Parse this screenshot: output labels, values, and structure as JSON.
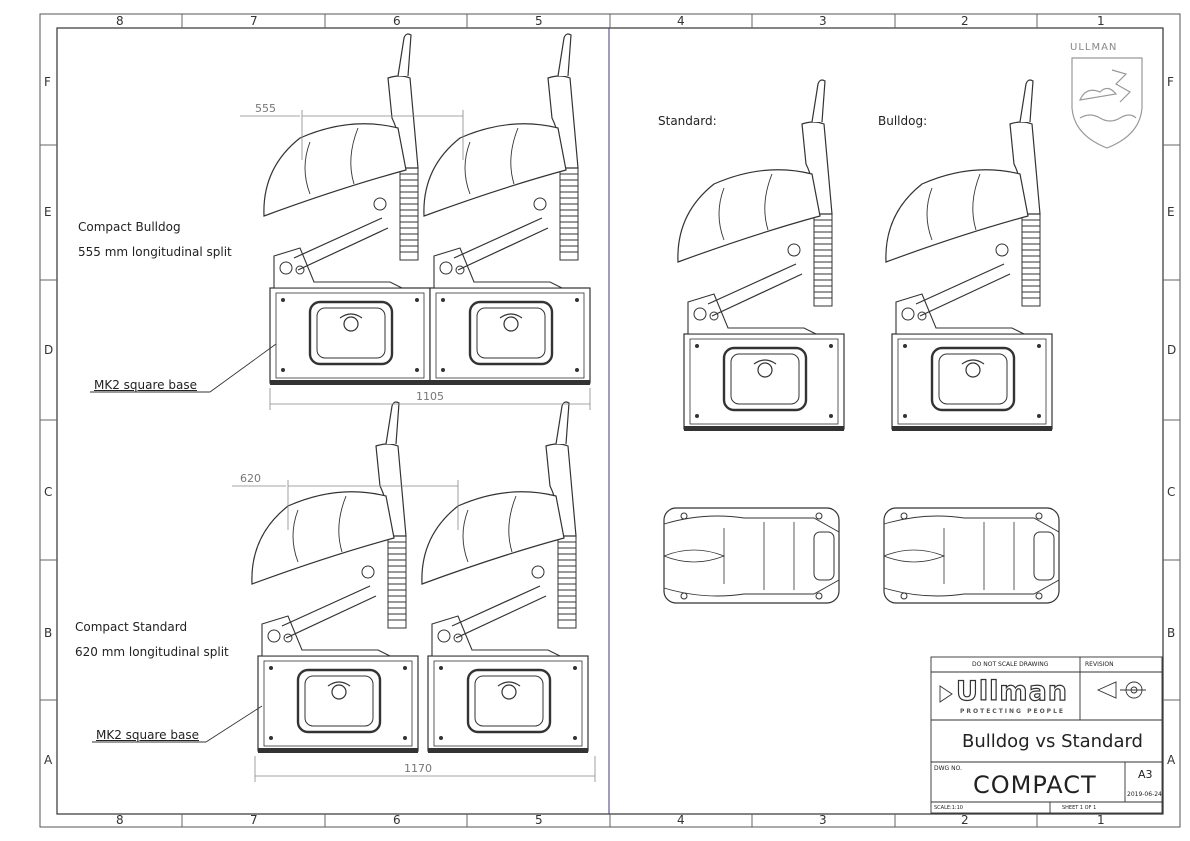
{
  "zones": {
    "columns_top": [
      "8",
      "7",
      "6",
      "5",
      "4",
      "3",
      "2",
      "1"
    ],
    "columns_bottom": [
      "8",
      "7",
      "6",
      "5",
      "4",
      "3",
      "2",
      "1"
    ],
    "rows_left": [
      "F",
      "E",
      "D",
      "C",
      "B",
      "A"
    ],
    "rows_right": [
      "F",
      "E",
      "D",
      "C",
      "B",
      "A"
    ]
  },
  "logo": {
    "brand": "ULLMAN"
  },
  "left_panel": {
    "top": {
      "title": "Compact Bulldog",
      "subtitle": "555 mm longitudinal split",
      "base_label": "MK2 square base",
      "dim_split": "555",
      "dim_overall": "1105"
    },
    "bottom": {
      "title": "Compact Standard",
      "subtitle": "620 mm longitudinal split",
      "base_label": "MK2 square base",
      "dim_split": "620",
      "dim_overall": "1170"
    }
  },
  "right_panel": {
    "standard_label": "Standard:",
    "bulldog_label": "Bulldog:"
  },
  "title_block": {
    "do_not_scale": "DO NOT SCALE DRAWING",
    "revision_label": "REVISION",
    "brand": "Ullman",
    "tagline": "PROTECTING PEOPLE",
    "title": "Bulldog vs Standard",
    "dwg_no_label": "DWG NO.",
    "dwg_no": "COMPACT",
    "size": "A3",
    "date": "2019-06-24",
    "scale": "SCALE:1:10",
    "sheet": "SHEET 1 OF 1"
  },
  "colors": {
    "line": "#333333",
    "dim": "#888888",
    "divider": "#3a3a8a"
  }
}
